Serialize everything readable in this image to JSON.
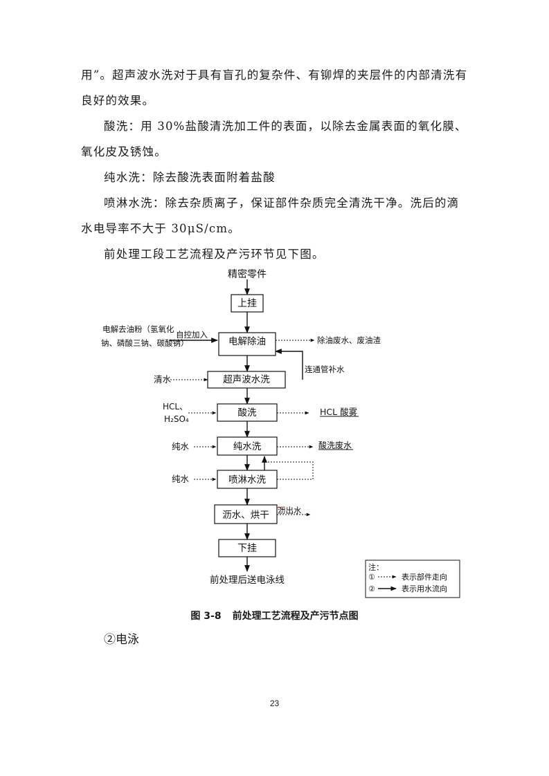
{
  "paragraphs": [
    "用”。超声波水洗对于具有盲孔的复杂件、有铆焊的夹层件的内部清洗有良好的效果。",
    "酸洗：用 30%盐酸清洗加工件的表面，以除去金属表面的氧化膜、氧化皮及锈蚀。",
    "纯水洗：除去酸洗表面附着盐酸",
    "喷淋水洗：除去杂质离子，保证部件杂质完全清洗干净。洗后的滴水电导率不大于 30μS/cm。",
    "前处理工段工艺流程及产污环节见下图。"
  ],
  "flow": {
    "start": "精密零件",
    "steps": [
      "上挂",
      "电解除油",
      "超声波水洗",
      "酸洗",
      "纯水洗",
      "喷淋水洗",
      "沥水、烘干",
      "下挂"
    ],
    "end": "前处理后送电泳线",
    "inputs": {
      "degrease_chem_line1": "电解去油粉（氢氧化",
      "degrease_chem_line2": "钠、磷酸三钠、碳酸钠）",
      "auto_feed": "自控加入",
      "clean_water": "清水",
      "acid_line1": "HCL、",
      "acid_line2": "H₂SO₄",
      "pure_water_1": "纯水",
      "pure_water_2": "纯水"
    },
    "outputs": {
      "degrease_waste": "除油废水、废油渣",
      "connect_pipe": "连通管补水",
      "acid_mist": "HCL 酸雾",
      "acid_wastewater": "酸洗废水",
      "drip_water": "沥出水"
    },
    "legend": {
      "title": "注：",
      "item1_mark": "①",
      "item1_text": "表示部件走向",
      "item2_mark": "②",
      "item2_text": "表示用水流向"
    }
  },
  "caption": {
    "number": "图 3-8",
    "title": "前处理工艺流程及产污节点图"
  },
  "section_heading": "②电泳",
  "page_number": "23"
}
